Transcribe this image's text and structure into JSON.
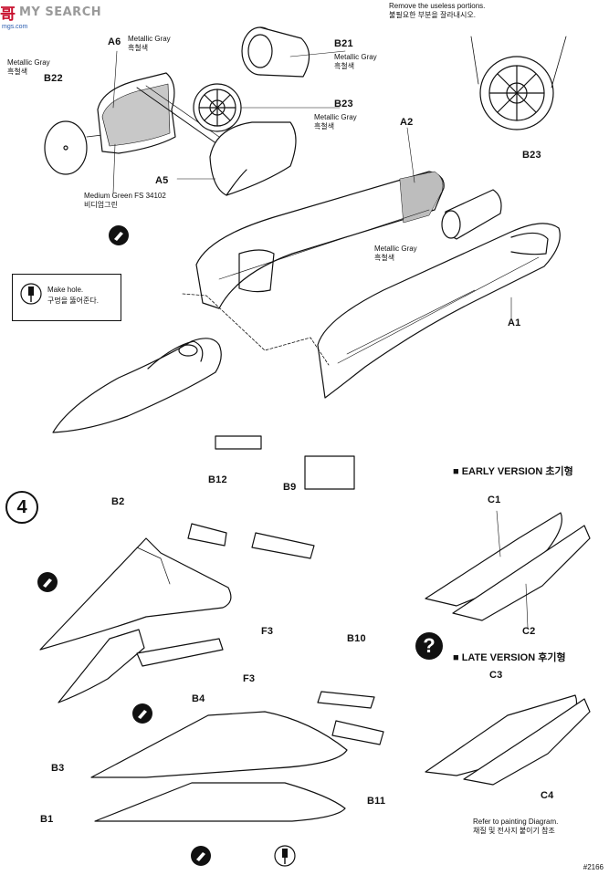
{
  "watermark": {
    "logo": "哥",
    "text": "MY SEARCH",
    "url": "mgs.com"
  },
  "remove_note": {
    "en": "Remove the useless portions.",
    "kr": "불필요한 부분을 잘라내시오."
  },
  "make_hole": {
    "en": "Make hole.",
    "kr": "구멍을 뚫어준다."
  },
  "colors": {
    "metallic_gray": {
      "en": "Metallic Gray",
      "kr": "흑철색"
    },
    "medium_green": {
      "en": "Medium Green FS 34102",
      "kr": "비디엄그린"
    }
  },
  "parts_top": {
    "a6": "A6",
    "b22": "B22",
    "b21": "B21",
    "b23": "B23",
    "a5": "A5",
    "a2": "A2",
    "a1": "A1",
    "b23_detail": "B23"
  },
  "step": {
    "number": "4"
  },
  "parts_step4": {
    "b12": "B12",
    "b9": "B9",
    "b2": "B2",
    "f3_a": "F3",
    "b4": "B4",
    "b10": "B10",
    "f3_b": "F3",
    "b3": "B3",
    "b11": "B11",
    "b1": "B1"
  },
  "early_version": {
    "title": "EARLY VERSION",
    "kr": "초기형",
    "c1": "C1",
    "c2": "C2"
  },
  "late_version": {
    "title": "LATE VERSION",
    "kr": "후기형",
    "c3": "C3",
    "c4": "C4"
  },
  "refer_note": {
    "en": "Refer to painting Diagram.",
    "kr": "채질 및 전사지 붙이기 참조"
  },
  "page_code": "#2166"
}
